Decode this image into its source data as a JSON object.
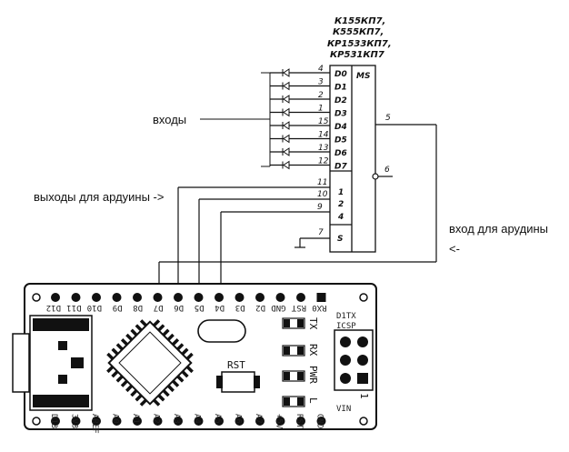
{
  "chip": {
    "titles": [
      "К155КП7,",
      "К555КП7,",
      "КР1533КП7,",
      "КР531КП7"
    ],
    "function_label": "MS",
    "inputs": [
      {
        "num": "4",
        "name": "D0"
      },
      {
        "num": "3",
        "name": "D1"
      },
      {
        "num": "2",
        "name": "D2"
      },
      {
        "num": "1",
        "name": "D3"
      },
      {
        "num": "15",
        "name": "D4"
      },
      {
        "num": "14",
        "name": "D5"
      },
      {
        "num": "13",
        "name": "D6"
      },
      {
        "num": "12",
        "name": "D7"
      }
    ],
    "address": [
      {
        "num": "11",
        "name": "1"
      },
      {
        "num": "10",
        "name": "2"
      },
      {
        "num": "9",
        "name": "4"
      }
    ],
    "strobe": {
      "num": "7",
      "name": "S"
    },
    "outputs": [
      {
        "num": "5"
      },
      {
        "num": "6"
      }
    ]
  },
  "annotations": {
    "inputs": "входы",
    "outputs_to_arduino": "выходы для ардуины ->",
    "input_for_arduino": "вход для арудины",
    "arrow_left": "<-"
  },
  "board": {
    "top_pins": [
      "D12",
      "D11",
      "D10",
      "D9",
      "D8",
      "D7",
      "D6",
      "D5",
      "D4",
      "D3",
      "D2",
      "GND",
      "RST",
      "RX0"
    ],
    "bottom_pins": [
      "D13",
      "3V3",
      "AREF",
      "A0",
      "A1",
      "A2",
      "A3",
      "A4",
      "A5",
      "A6",
      "A7",
      "+5V",
      "RST",
      "GND"
    ],
    "tx_label": "TX",
    "rx_label": "RX",
    "pwr_label": "PWR",
    "l_label": "L",
    "rst_button_label": "RST",
    "icsp_label": "ICSP",
    "d1tx_label": "D1TX",
    "vin_label": "VIN",
    "pin1_label": "1"
  }
}
